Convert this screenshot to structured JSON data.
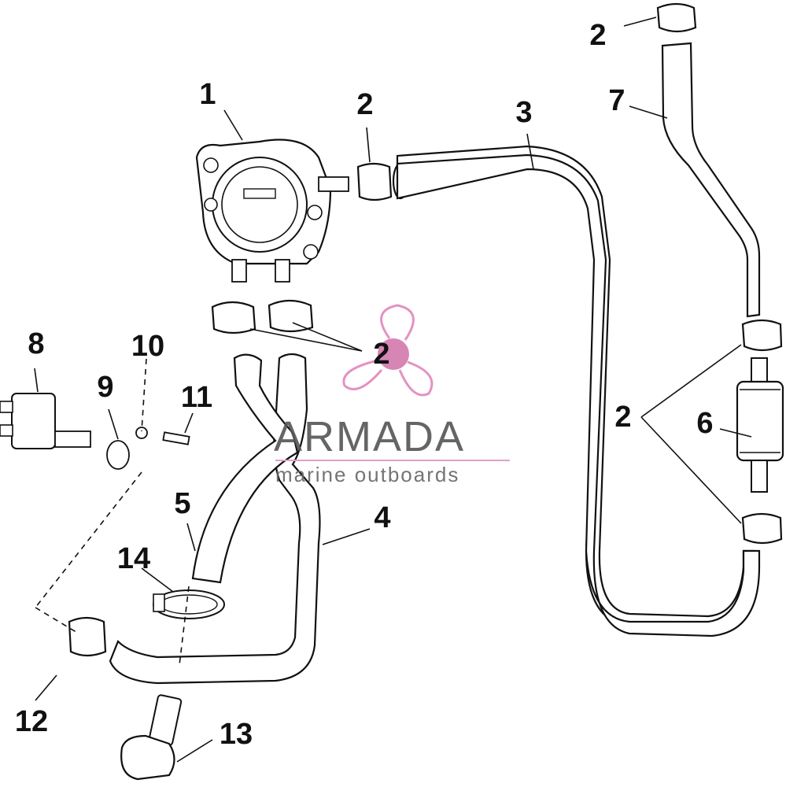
{
  "callouts": [
    {
      "id": "c1",
      "label": "1"
    },
    {
      "id": "c2a",
      "label": "2"
    },
    {
      "id": "c2b",
      "label": "2"
    },
    {
      "id": "c2c",
      "label": "2"
    },
    {
      "id": "c2d",
      "label": "2"
    },
    {
      "id": "c3",
      "label": "3"
    },
    {
      "id": "c4",
      "label": "4"
    },
    {
      "id": "c5",
      "label": "5"
    },
    {
      "id": "c6",
      "label": "6"
    },
    {
      "id": "c7",
      "label": "7"
    },
    {
      "id": "c8",
      "label": "8"
    },
    {
      "id": "c9",
      "label": "9"
    },
    {
      "id": "c10",
      "label": "10"
    },
    {
      "id": "c11",
      "label": "11"
    },
    {
      "id": "c12",
      "label": "12"
    },
    {
      "id": "c13",
      "label": "13"
    },
    {
      "id": "c14",
      "label": "14"
    }
  ],
  "watermark": {
    "title": "ARMADA",
    "subtitle": "marine outboards",
    "accent_color": "#e07fb8"
  }
}
